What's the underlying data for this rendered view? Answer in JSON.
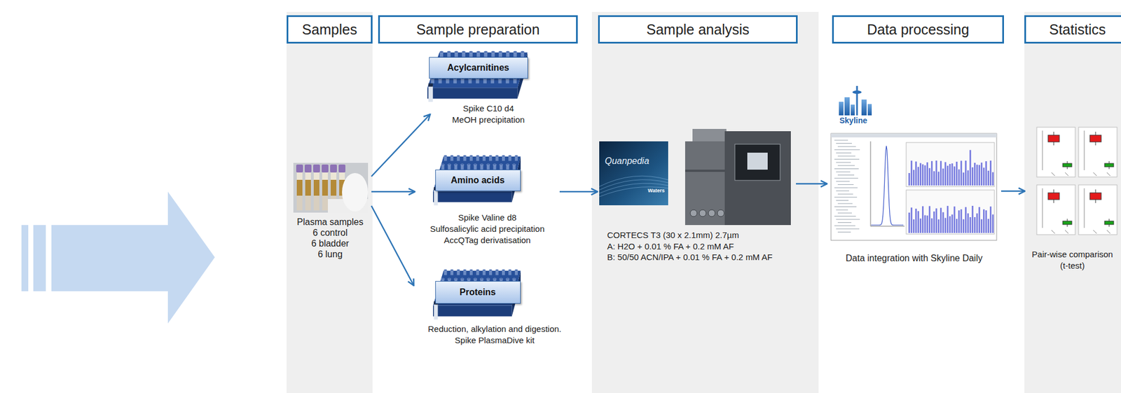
{
  "diagram": {
    "nodes": [
      {
        "text": [
          "Samples"
        ]
      },
      {
        "text": [
          "Sample preparation"
        ]
      },
      {
        "text": [
          "Sample analysis"
        ]
      },
      {
        "text": [
          "Data processing"
        ]
      },
      {
        "text": [
          "Statistics"
        ]
      },
      {
        "text": [
          "Plasma samples",
          "6 control",
          "6 bladder",
          "6 lung"
        ]
      },
      {
        "text": [
          "Acylcarnitines",
          "Spike C10 d4",
          "MeOH precipitation"
        ]
      },
      {
        "text": [
          "Amino acids",
          "Spike Valine d8",
          "Sulfosalicylic acid precipitation",
          "AccQTag derivatisation"
        ]
      },
      {
        "text": [
          "Proteins",
          "Reduction, alkylation and digestion.",
          "Spike PlasmaDive kit"
        ]
      },
      {
        "text": [
          "CORTECS T3 (30 x 2.1mm) 2.7µm",
          "A: H2O + 0.01 % FA + 0.2 mM AF",
          "B: 50/50 ACN/IPA + 0.01 % FA + 0.2 mM AF"
        ]
      },
      {
        "text": [
          "Data integration with Skyline Daily"
        ]
      },
      {
        "text": [
          "Pair-wise comparison",
          "(t-test)"
        ]
      }
    ],
    "edges": [
      {
        "from": 5,
        "to": 6,
        "arrow": "to"
      },
      {
        "from": 5,
        "to": 7,
        "arrow": "to"
      },
      {
        "from": 5,
        "to": 8,
        "arrow": "to"
      },
      {
        "from": 7,
        "to": 9,
        "arrow": "to"
      },
      {
        "from": 9,
        "to": 10,
        "arrow": "to"
      },
      {
        "from": 10,
        "to": 11,
        "arrow": "to"
      }
    ],
    "labels": [
      "Quanpedia",
      "Waters",
      "Skyline"
    ]
  }
}
